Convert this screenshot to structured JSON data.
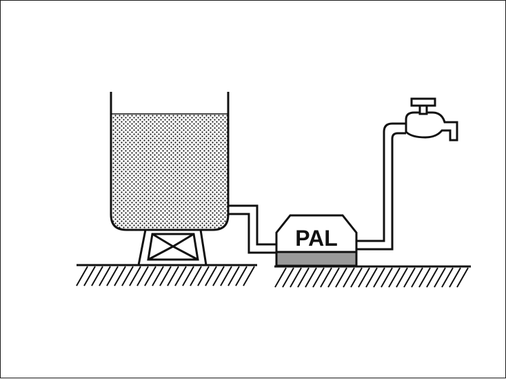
{
  "pump": {
    "label": "PAL",
    "base_color": "#9a9a9a"
  },
  "colors": {
    "ink": "#111111",
    "paper": "#ffffff"
  },
  "icons": [
    "storage-tank",
    "tank-stand",
    "pipe",
    "pump-unit",
    "faucet",
    "ground-hatching"
  ]
}
